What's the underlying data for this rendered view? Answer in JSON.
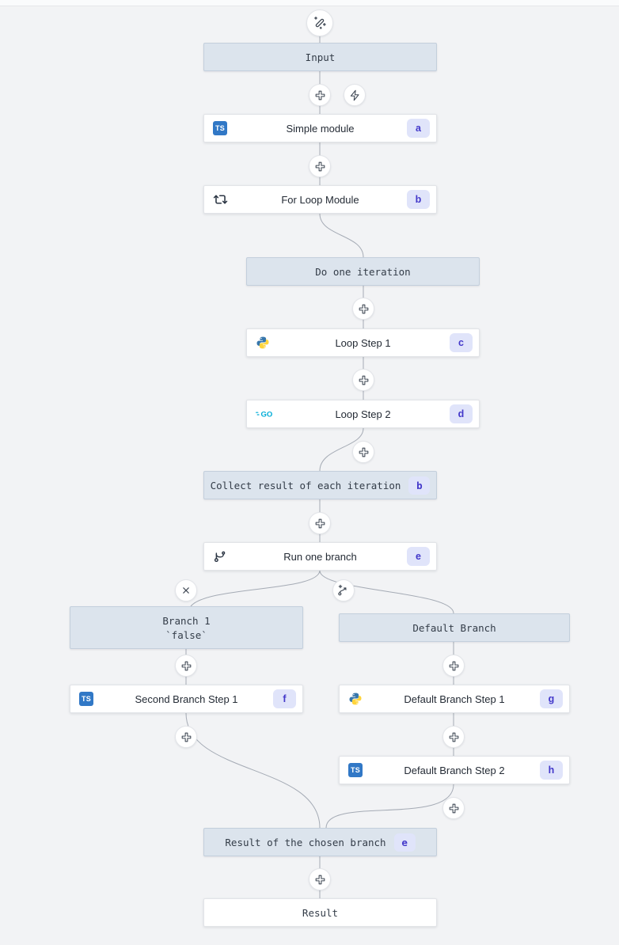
{
  "canvas": {
    "background": "#f2f3f5"
  },
  "colors": {
    "node_blue_bg": "#dce4ed",
    "node_blue_border": "#c3cfdc",
    "badge_bg": "#e0e4fa",
    "badge_text": "#4338ca",
    "edge": "#a5abb5",
    "typescript_blue": "#3178c6",
    "python_blue": "#3776ab",
    "python_yellow": "#ffd43b",
    "go_cyan": "#00acd7"
  },
  "nodes": {
    "input": {
      "label": "Input"
    },
    "simple_module": {
      "label": "Simple module",
      "badge": "a",
      "icon": "typescript"
    },
    "for_loop_module": {
      "label": "For Loop Module",
      "badge": "b",
      "icon": "repeat"
    },
    "do_one_iteration": {
      "label": "Do one iteration"
    },
    "loop_step_1": {
      "label": "Loop Step 1",
      "badge": "c",
      "icon": "python"
    },
    "loop_step_2": {
      "label": "Loop Step 2",
      "badge": "d",
      "icon": "go"
    },
    "collect_result": {
      "label": "Collect result of each iteration",
      "badge": "b"
    },
    "run_one_branch": {
      "label": "Run one branch",
      "badge": "e",
      "icon": "branch"
    },
    "branch_1": {
      "label": "Branch 1",
      "sublabel": "`false`"
    },
    "default_branch": {
      "label": "Default Branch"
    },
    "second_branch_step_1": {
      "label": "Second Branch Step 1",
      "badge": "f",
      "icon": "typescript"
    },
    "default_branch_step_1": {
      "label": "Default Branch Step 1",
      "badge": "g",
      "icon": "python"
    },
    "default_branch_step_2": {
      "label": "Default Branch Step 2",
      "badge": "h",
      "icon": "typescript"
    },
    "result_of_chosen_branch": {
      "label": "Result of the chosen branch",
      "badge": "e"
    },
    "result": {
      "label": "Result"
    }
  },
  "icons": {
    "typescript": {
      "label": "TS"
    },
    "go": {
      "label": "GO"
    }
  }
}
